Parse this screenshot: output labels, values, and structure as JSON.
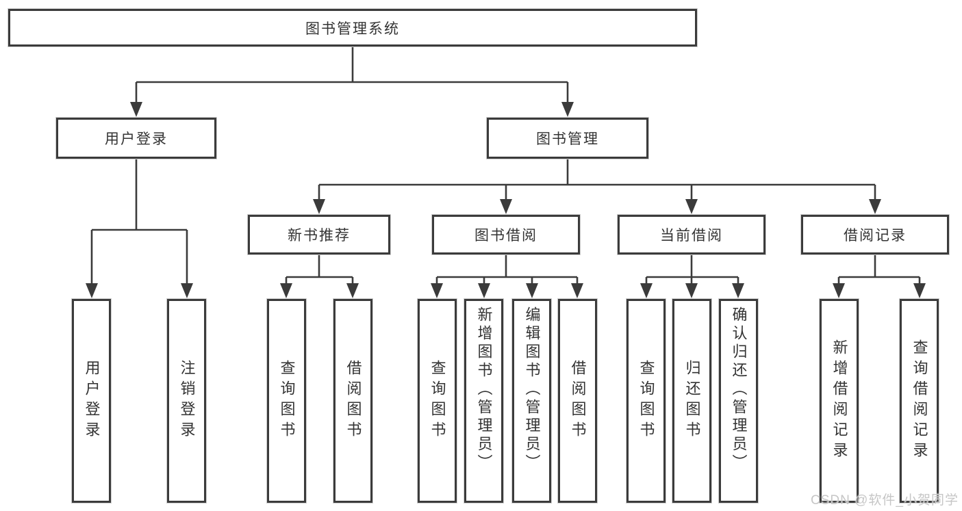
{
  "colors": {
    "line": "#3b3b3b",
    "box_border": "#3b3b3b",
    "box_fill": "#ffffff",
    "text": "#333333",
    "watermark": "#c6c6c6"
  },
  "nodes": {
    "root": {
      "label": "图书管理系统"
    },
    "userLogin": {
      "label": "用户登录",
      "children": [
        {
          "label": "用户登录"
        },
        {
          "label": "注销登录"
        }
      ]
    },
    "bookMgmt": {
      "label": "图书管理"
    },
    "newBooks": {
      "label": "新书推荐",
      "children": [
        {
          "label": "查询图书"
        },
        {
          "label": "借阅图书"
        }
      ]
    },
    "bookBorrow": {
      "label": "图书借阅",
      "children": [
        {
          "label": "查询图书"
        },
        {
          "label": "新增图书（管理员）"
        },
        {
          "label": "编辑图书（管理员）"
        },
        {
          "label": "借阅图书"
        }
      ]
    },
    "currentBorrow": {
      "label": "当前借阅",
      "children": [
        {
          "label": "查询图书"
        },
        {
          "label": "归还图书"
        },
        {
          "label": "确认归还（管理员）"
        }
      ]
    },
    "borrowRecords": {
      "label": "借阅记录",
      "children": [
        {
          "label": "新增借阅记录"
        },
        {
          "label": "查询借阅记录"
        }
      ]
    }
  },
  "watermark": {
    "text": "CSDN @软件_小贺同学"
  }
}
